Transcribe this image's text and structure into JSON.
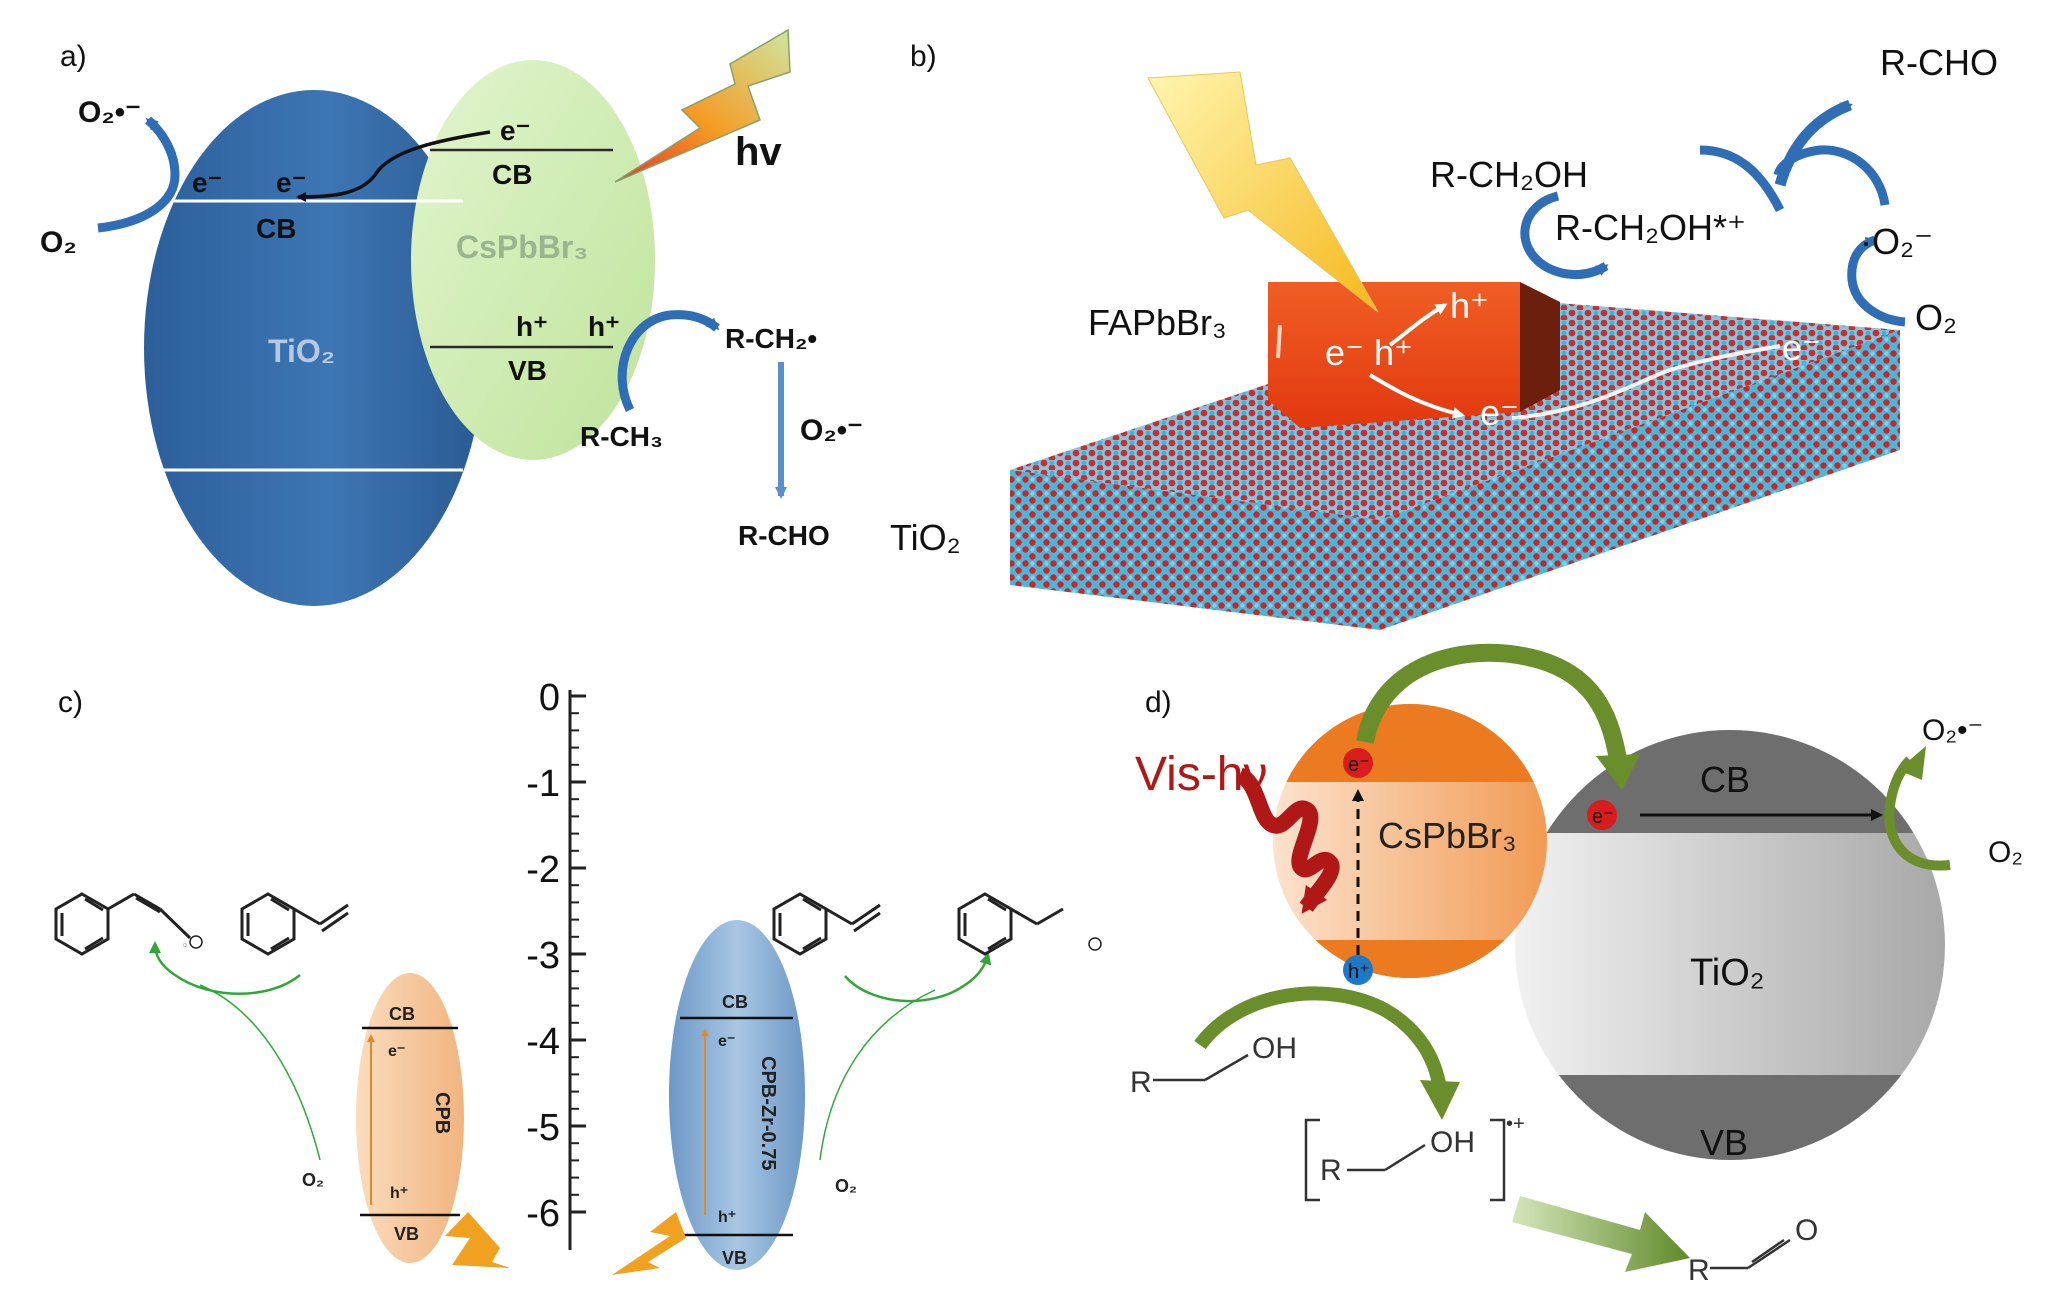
{
  "panels": {
    "a": {
      "label": "a)",
      "o2_radical": "O₂•⁻",
      "o2": "O₂",
      "e_tio2_1": "e⁻",
      "e_tio2_2": "e⁻",
      "cb_tio2": "CB",
      "tio2": "TiO₂",
      "e_cspbbr3": "e⁻",
      "cb_cspbbr3": "CB",
      "cspbbr3": "CsPbBr₃",
      "h_1": "h⁺",
      "h_2": "h⁺",
      "vb": "VB",
      "hv": "hv",
      "rch2": "R-CH₂•",
      "rch3": "R-CH₃",
      "o2_radical_2": "O₂•⁻",
      "rcho": "R-CHO"
    },
    "b": {
      "label": "b)",
      "rcho": "R-CHO",
      "rch2oh": "R-CH₂OH",
      "rch2oh_radical": "R-CH₂OH*⁺",
      "o2_radical": "·O₂⁻",
      "o2": "O₂",
      "fapbbr3": "FAPbBr₃",
      "eh": "e⁻ h⁺",
      "h_plus": "h⁺",
      "e_minus": "e⁻",
      "e_minus_2": "e⁻",
      "tio2": "TiO₂"
    },
    "c": {
      "label": "c)",
      "axis_ticks": [
        "0",
        "-1",
        "-2",
        "-3",
        "-4",
        "-5",
        "-6"
      ],
      "cb_left": "CB",
      "e_left": "e⁻",
      "cpb": "CPB",
      "h_left": "h⁺",
      "vb_left": "VB",
      "o2_left": "O₂",
      "cb_right": "CB",
      "e_right": "e⁻",
      "cpb_zr": "CPB-Zr-0.75",
      "h_right": "h⁺",
      "vb_right": "VB",
      "o2_right": "O₂"
    },
    "d": {
      "label": "d)",
      "vis_hv": "Vis-hν",
      "e_1": "e⁻",
      "e_2": "e⁻",
      "h_1": "h⁺",
      "cspbbr3": "CsPbBr₃",
      "cb": "CB",
      "tio2": "TiO₂",
      "vb": "VB",
      "o2_radical": "O₂•⁻",
      "o2": "O₂",
      "r_1": "R",
      "oh_1": "OH",
      "r_2": "R",
      "oh_2": "OH",
      "radical_cation": "•+",
      "r_3": "R",
      "o_3": "O"
    }
  },
  "colors": {
    "tio2_blue": "#3a6eaa",
    "cspbbr3_green": "#cfeab0",
    "arrow_blue": "#2f6db5",
    "fapbbr3_orange": "#e8511a",
    "lattice_red": "#d42a2a",
    "lattice_cyan": "#39b3d6",
    "cpb_orange": "#f4c49a",
    "cpbzr_blue": "#8db3d8",
    "reaction_green": "#2fa838",
    "olive_arrow": "#6b8e2c",
    "cspbbr3_d_orange": "#ec7a22",
    "tio2_gray": "#bfbfbf",
    "vis_red": "#b01818"
  },
  "icons": [
    "lightning-bolt-icon",
    "benzaldehyde-structure",
    "styrene-structure",
    "crystal-lattice"
  ]
}
